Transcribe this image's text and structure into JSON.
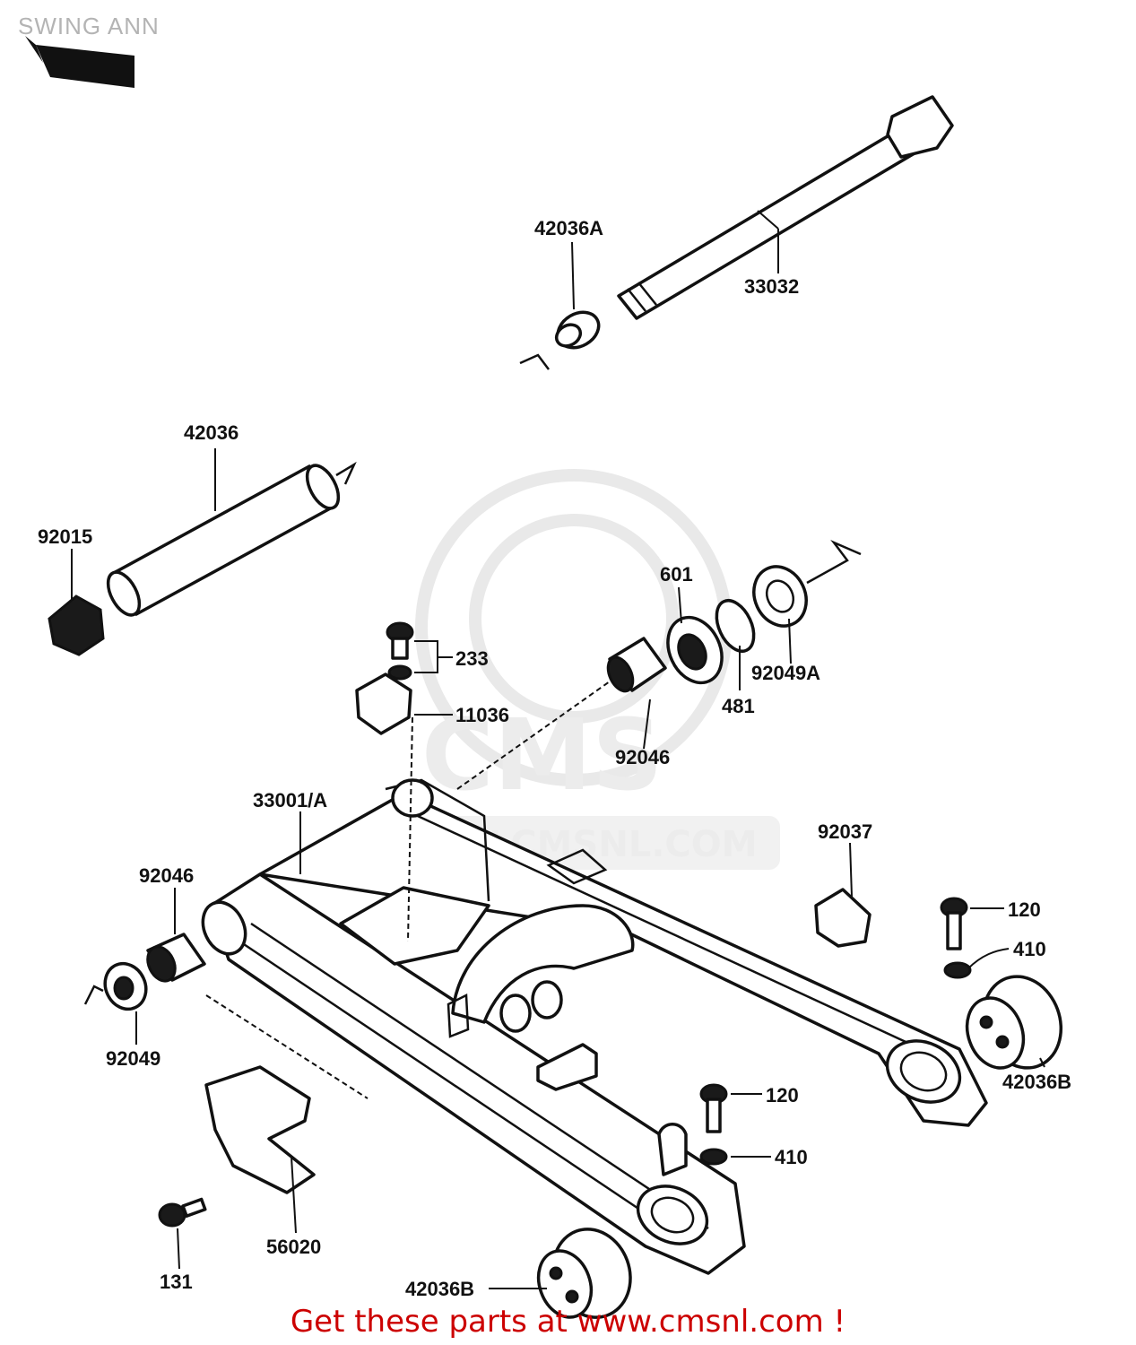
{
  "title": "SWING ANN",
  "footer": "Get these parts at www.cmsnl.com !",
  "watermark": {
    "big": "CMS",
    "url": "WWW.CMSNL.COM"
  },
  "colors": {
    "footer": "#cc0000",
    "title": "#b4b4b4",
    "ink": "#111111"
  },
  "labels": {
    "p42036a": "42036A",
    "p33032": "33032",
    "p42036": "42036",
    "p92015": "92015",
    "p601": "601",
    "p92049a": "92049A",
    "p481": "481",
    "p233": "233",
    "p11036": "11036",
    "p92046_top": "92046",
    "p33001": "33001/A",
    "p92037": "92037",
    "p92046_left": "92046",
    "p120_top": "120",
    "p410_top": "410",
    "p92049": "92049",
    "p42036b_right": "42036B",
    "p120_bot": "120",
    "p410_bot": "410",
    "p56020": "56020",
    "p131": "131",
    "p42036b_bot": "42036B"
  }
}
